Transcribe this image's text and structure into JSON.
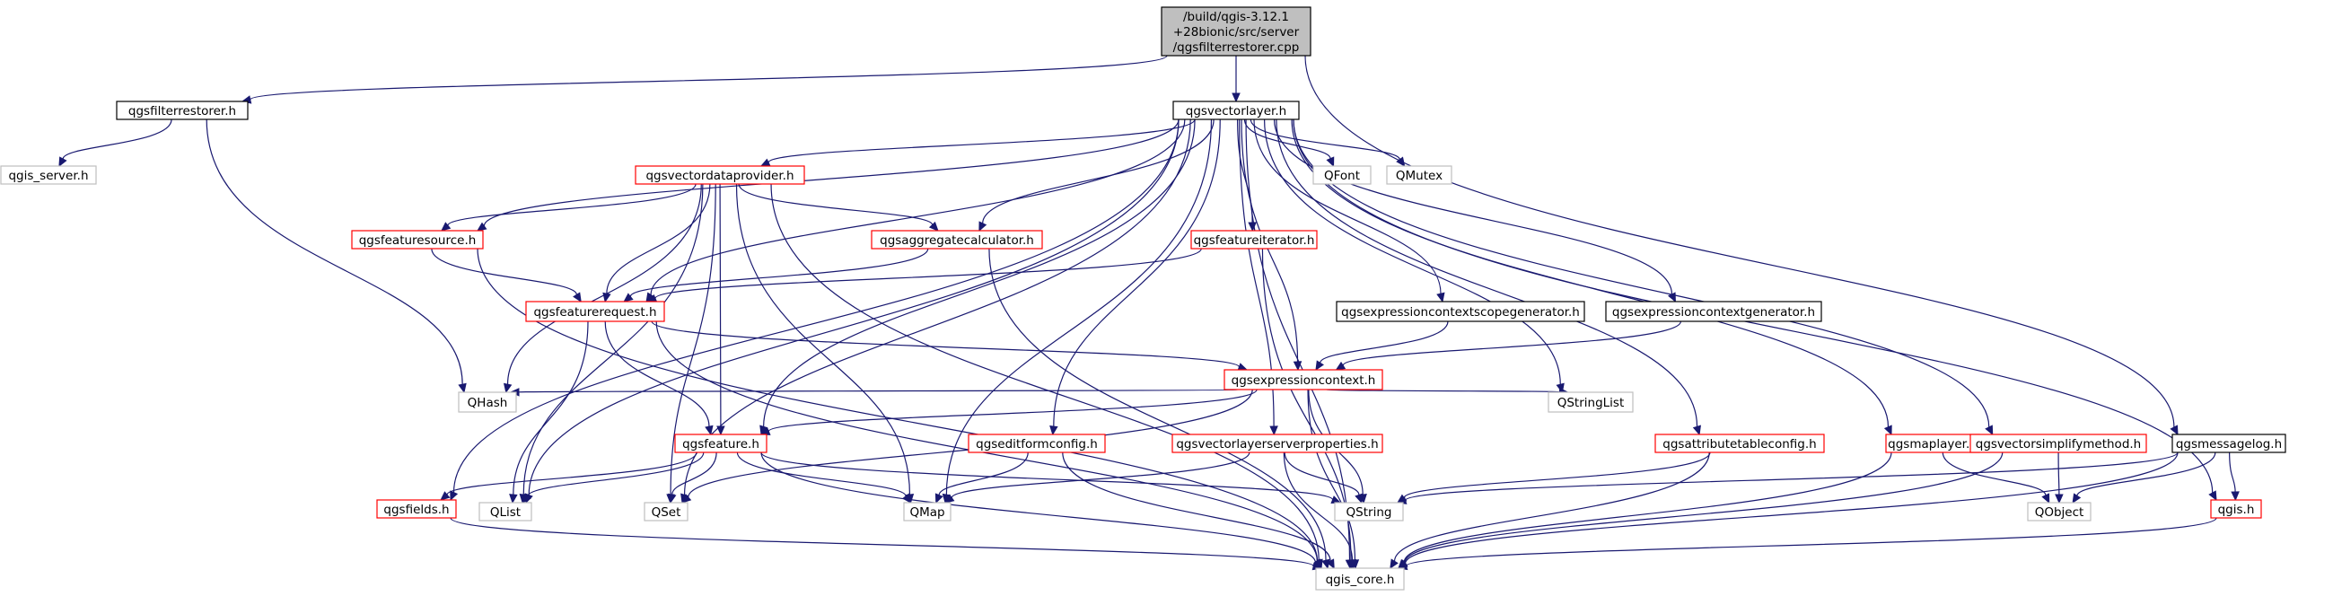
{
  "colors": {
    "edge": "#191970",
    "root_fill": "#bfbfbf",
    "border_normal": "#000000",
    "border_truncated": "#ff0000",
    "border_external": "#bfbfbf",
    "text_normal": "#000000",
    "text_external": "#000000"
  },
  "nodes": [
    {
      "id": "root",
      "kind": "root",
      "lines": [
        "/build/qgis-3.12.1",
        "+28bionic/src/server",
        "/qgsfilterrestorer.cpp"
      ]
    },
    {
      "id": "qgsfilterrestorer_h",
      "kind": "normal",
      "lines": [
        "qgsfilterrestorer.h"
      ]
    },
    {
      "id": "qgsvectorlayer_h",
      "kind": "normal",
      "lines": [
        "qgsvectorlayer.h"
      ]
    },
    {
      "id": "qgis_server_h",
      "kind": "external",
      "lines": [
        "qgis_server.h"
      ]
    },
    {
      "id": "qgsvectordataprovider_h",
      "kind": "truncated",
      "lines": [
        "qgsvectordataprovider.h"
      ]
    },
    {
      "id": "qfont",
      "kind": "external",
      "lines": [
        "QFont"
      ]
    },
    {
      "id": "qmutex",
      "kind": "external",
      "lines": [
        "QMutex"
      ]
    },
    {
      "id": "qgsfeaturesource_h",
      "kind": "truncated",
      "lines": [
        "qgsfeaturesource.h"
      ]
    },
    {
      "id": "qgsaggregatecalculator_h",
      "kind": "truncated",
      "lines": [
        "qgsaggregatecalculator.h"
      ]
    },
    {
      "id": "qgsfeatureiterator_h",
      "kind": "truncated",
      "lines": [
        "qgsfeatureiterator.h"
      ]
    },
    {
      "id": "qgsfeaturerequest_h",
      "kind": "truncated",
      "lines": [
        "qgsfeaturerequest.h"
      ]
    },
    {
      "id": "qgsexpressioncontextscopegenerator_h",
      "kind": "normal",
      "lines": [
        "qgsexpressioncontextscopegenerator.h"
      ]
    },
    {
      "id": "qgsexpressioncontextgenerator_h",
      "kind": "normal",
      "lines": [
        "qgsexpressioncontextgenerator.h"
      ]
    },
    {
      "id": "qgsexpressioncontext_h",
      "kind": "truncated",
      "lines": [
        "qgsexpressioncontext.h"
      ]
    },
    {
      "id": "qhash",
      "kind": "external",
      "lines": [
        "QHash"
      ]
    },
    {
      "id": "qgsfeature_h",
      "kind": "truncated",
      "lines": [
        "qgsfeature.h"
      ]
    },
    {
      "id": "qgseditformconfig_h",
      "kind": "truncated",
      "lines": [
        "qgseditformconfig.h"
      ]
    },
    {
      "id": "qgsvectorlayerserverproperties_h",
      "kind": "truncated",
      "lines": [
        "qgsvectorlayerserverproperties.h"
      ]
    },
    {
      "id": "qstringlist",
      "kind": "external",
      "lines": [
        "QStringList"
      ]
    },
    {
      "id": "qgsattributetableconfig_h",
      "kind": "truncated",
      "lines": [
        "qgsattributetableconfig.h"
      ]
    },
    {
      "id": "qgsmaplayer_h",
      "kind": "truncated",
      "lines": [
        "qgsmaplayer.h"
      ]
    },
    {
      "id": "qgsvectorsimplifymethod_h",
      "kind": "truncated",
      "lines": [
        "qgsvectorsimplifymethod.h"
      ]
    },
    {
      "id": "qgsmessagelog_h",
      "kind": "normal",
      "lines": [
        "qgsmessagelog.h"
      ]
    },
    {
      "id": "qgsfields_h",
      "kind": "truncated",
      "lines": [
        "qgsfields.h"
      ]
    },
    {
      "id": "qlist",
      "kind": "external",
      "lines": [
        "QList"
      ]
    },
    {
      "id": "qset",
      "kind": "external",
      "lines": [
        "QSet"
      ]
    },
    {
      "id": "qmap",
      "kind": "external",
      "lines": [
        "QMap"
      ]
    },
    {
      "id": "qstring",
      "kind": "external",
      "lines": [
        "QString"
      ]
    },
    {
      "id": "qobject",
      "kind": "external",
      "lines": [
        "QObject"
      ]
    },
    {
      "id": "qgis_h",
      "kind": "truncated",
      "lines": [
        "qgis.h"
      ]
    },
    {
      "id": "qgis_core_h",
      "kind": "external",
      "lines": [
        "qgis_core.h"
      ]
    }
  ],
  "edges": [
    [
      "root",
      "qgsfilterrestorer_h"
    ],
    [
      "root",
      "qgsvectorlayer_h"
    ],
    [
      "root",
      "qgsmessagelog_h"
    ],
    [
      "qgsfilterrestorer_h",
      "qgis_server_h"
    ],
    [
      "qgsfilterrestorer_h",
      "qhash"
    ],
    [
      "qgsvectorlayer_h",
      "qgsvectordataprovider_h"
    ],
    [
      "qgsvectorlayer_h",
      "qfont"
    ],
    [
      "qgsvectorlayer_h",
      "qmutex"
    ],
    [
      "qgsvectorlayer_h",
      "qgsfeaturesource_h"
    ],
    [
      "qgsvectorlayer_h",
      "qgsaggregatecalculator_h"
    ],
    [
      "qgsvectorlayer_h",
      "qgsfeatureiterator_h"
    ],
    [
      "qgsvectorlayer_h",
      "qgsfeaturerequest_h"
    ],
    [
      "qgsvectorlayer_h",
      "qgsexpressioncontextscopegenerator_h"
    ],
    [
      "qgsvectorlayer_h",
      "qgsexpressioncontextgenerator_h"
    ],
    [
      "qgsvectorlayer_h",
      "qgsexpressioncontext_h"
    ],
    [
      "qgsvectorlayer_h",
      "qgsfeature_h"
    ],
    [
      "qgsvectorlayer_h",
      "qgseditformconfig_h"
    ],
    [
      "qgsvectorlayer_h",
      "qgsvectorlayerserverproperties_h"
    ],
    [
      "qgsvectorlayer_h",
      "qstringlist"
    ],
    [
      "qgsvectorlayer_h",
      "qgsattributetableconfig_h"
    ],
    [
      "qgsvectorlayer_h",
      "qgsmaplayer_h"
    ],
    [
      "qgsvectorlayer_h",
      "qgsvectorsimplifymethod_h"
    ],
    [
      "qgsvectorlayer_h",
      "qgis_h"
    ],
    [
      "qgsvectorlayer_h",
      "qgsfields_h"
    ],
    [
      "qgsvectorlayer_h",
      "qlist"
    ],
    [
      "qgsvectorlayer_h",
      "qset"
    ],
    [
      "qgsvectorlayer_h",
      "qmap"
    ],
    [
      "qgsvectorlayer_h",
      "qgis_core_h"
    ],
    [
      "qgsvectordataprovider_h",
      "qgsfeaturesource_h"
    ],
    [
      "qgsvectordataprovider_h",
      "qgsaggregatecalculator_h"
    ],
    [
      "qgsvectordataprovider_h",
      "qgsfeaturerequest_h"
    ],
    [
      "qgsvectordataprovider_h",
      "qhash"
    ],
    [
      "qgsvectordataprovider_h",
      "qgsfeature_h"
    ],
    [
      "qgsvectordataprovider_h",
      "qlist"
    ],
    [
      "qgsvectordataprovider_h",
      "qset"
    ],
    [
      "qgsvectordataprovider_h",
      "qmap"
    ],
    [
      "qgsvectordataprovider_h",
      "qgis_core_h"
    ],
    [
      "qgsfeaturesource_h",
      "qgsfeaturerequest_h"
    ],
    [
      "qgsfeaturesource_h",
      "qgis_core_h"
    ],
    [
      "qgsaggregatecalculator_h",
      "qgsfeaturerequest_h"
    ],
    [
      "qgsaggregatecalculator_h",
      "qgis_core_h"
    ],
    [
      "qgsfeatureiterator_h",
      "qgsfeaturerequest_h"
    ],
    [
      "qgsfeatureiterator_h",
      "qgis_core_h"
    ],
    [
      "qgsfeaturerequest_h",
      "qgsexpressioncontext_h"
    ],
    [
      "qgsfeaturerequest_h",
      "qgsfeature_h"
    ],
    [
      "qgsfeaturerequest_h",
      "qlist"
    ],
    [
      "qgsfeaturerequest_h",
      "qgis_core_h"
    ],
    [
      "qgsexpressioncontextscopegenerator_h",
      "qgsexpressioncontext_h"
    ],
    [
      "qgsexpressioncontextgenerator_h",
      "qgsexpressioncontext_h"
    ],
    [
      "qgsexpressioncontext_h",
      "qhash"
    ],
    [
      "qgsexpressioncontext_h",
      "qgsfeature_h"
    ],
    [
      "qgsexpressioncontext_h",
      "qstringlist"
    ],
    [
      "qgsexpressioncontext_h",
      "qset"
    ],
    [
      "qgsexpressioncontext_h",
      "qstring"
    ],
    [
      "qgsexpressioncontext_h",
      "qgis_core_h"
    ],
    [
      "qgsfeature_h",
      "qgsfields_h"
    ],
    [
      "qgsfeature_h",
      "qlist"
    ],
    [
      "qgsfeature_h",
      "qset"
    ],
    [
      "qgsfeature_h",
      "qmap"
    ],
    [
      "qgsfeature_h",
      "qstring"
    ],
    [
      "qgsfeature_h",
      "qgis_core_h"
    ],
    [
      "qgseditformconfig_h",
      "qmap"
    ],
    [
      "qgseditformconfig_h",
      "qgis_core_h"
    ],
    [
      "qgsvectorlayerserverproperties_h",
      "qmap"
    ],
    [
      "qgsvectorlayerserverproperties_h",
      "qstring"
    ],
    [
      "qgsvectorlayerserverproperties_h",
      "qgis_core_h"
    ],
    [
      "qgsattributetableconfig_h",
      "qstring"
    ],
    [
      "qgsattributetableconfig_h",
      "qgis_core_h"
    ],
    [
      "qgsmaplayer_h",
      "qobject"
    ],
    [
      "qgsmaplayer_h",
      "qgis_core_h"
    ],
    [
      "qgsvectorsimplifymethod_h",
      "qobject"
    ],
    [
      "qgsvectorsimplifymethod_h",
      "qgis_core_h"
    ],
    [
      "qgsmessagelog_h",
      "qstring"
    ],
    [
      "qgsmessagelog_h",
      "qobject"
    ],
    [
      "qgsmessagelog_h",
      "qgis_h"
    ],
    [
      "qgsmessagelog_h",
      "qgis_core_h"
    ],
    [
      "qgsfields_h",
      "qgis_core_h"
    ],
    [
      "qgis_h",
      "qgis_core_h"
    ]
  ]
}
